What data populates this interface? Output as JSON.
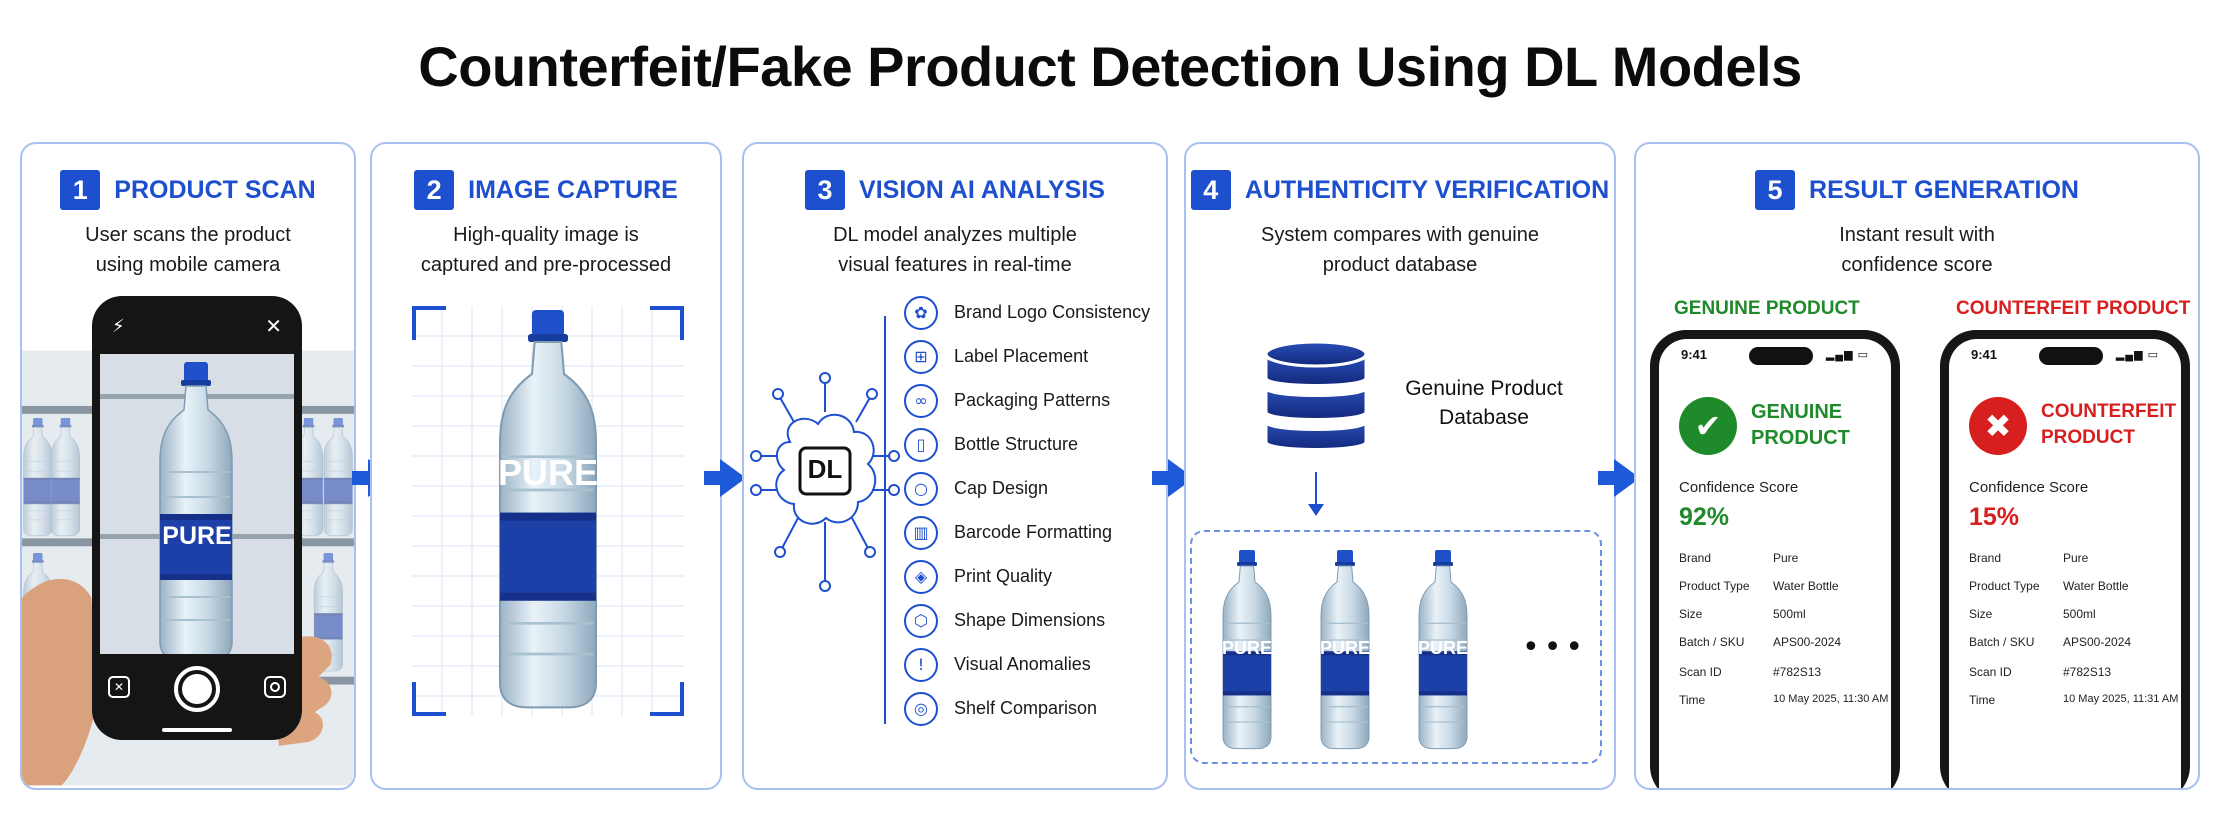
{
  "title": "Counterfeit/Fake Product Detection Using DL Models",
  "colors": {
    "accent": "#1d4fcf",
    "panel_border": "#a9c1f0",
    "genuine": "#1e8a2a",
    "counterfeit": "#d81f1f"
  },
  "steps": [
    {
      "num": "1",
      "title": "PRODUCT SCAN",
      "desc": [
        "User scans the product",
        "using mobile camera"
      ]
    },
    {
      "num": "2",
      "title": "IMAGE CAPTURE",
      "desc": [
        "High-quality image is",
        "captured and pre-processed"
      ]
    },
    {
      "num": "3",
      "title": "VISION AI ANALYSIS",
      "desc": [
        "DL model analyzes multiple",
        "visual features in real-time"
      ]
    },
    {
      "num": "4",
      "title": "AUTHENTICITY VERIFICATION",
      "desc": [
        "System compares with genuine",
        "product database"
      ]
    },
    {
      "num": "5",
      "title": "RESULT GENERATION",
      "desc": [
        "Instant result with",
        "confidence score"
      ]
    }
  ],
  "bottle_label": "PURE",
  "brain_label": "DL",
  "features": [
    {
      "label": "Brand Logo Consistency",
      "icon": "logo-icon"
    },
    {
      "label": "Label Placement",
      "icon": "label-icon"
    },
    {
      "label": "Packaging Patterns",
      "icon": "pattern-icon"
    },
    {
      "label": "Bottle Structure",
      "icon": "bottle-icon"
    },
    {
      "label": "Cap Design",
      "icon": "cap-icon"
    },
    {
      "label": "Barcode Formatting",
      "icon": "barcode-icon"
    },
    {
      "label": "Print Quality",
      "icon": "print-icon"
    },
    {
      "label": "Shape Dimensions",
      "icon": "shape-icon"
    },
    {
      "label": "Visual Anomalies",
      "icon": "warning-icon"
    },
    {
      "label": "Shelf Comparison",
      "icon": "target-icon"
    }
  ],
  "database": {
    "label": [
      "Genuine Product",
      "Database"
    ],
    "more": "•••"
  },
  "results": [
    {
      "heading": "GENUINE PRODUCT",
      "status": [
        "GENUINE",
        "PRODUCT"
      ],
      "glyph": "✔",
      "color": "#1e8a2a",
      "time": "9:41",
      "confidence_label": "Confidence Score",
      "confidence": "92%",
      "fields": [
        {
          "k": "Brand",
          "v": "Pure"
        },
        {
          "k": "Product Type",
          "v": "Water Bottle"
        },
        {
          "k": "Size",
          "v": "500ml"
        },
        {
          "k": "Batch / SKU",
          "v": "APS00-2024"
        },
        {
          "k": "Scan ID",
          "v": "#782S13"
        },
        {
          "k": "Time",
          "v": "10 May 2025, 11:30 AM"
        }
      ]
    },
    {
      "heading": "COUNTERFEIT PRODUCT",
      "status": [
        "COUNTERFEIT",
        "PRODUCT"
      ],
      "glyph": "✖",
      "color": "#d81f1f",
      "time": "9:41",
      "confidence_label": "Confidence Score",
      "confidence": "15%",
      "fields": [
        {
          "k": "Brand",
          "v": "Pure"
        },
        {
          "k": "Product Type",
          "v": "Water Bottle"
        },
        {
          "k": "Size",
          "v": "500ml"
        },
        {
          "k": "Batch / SKU",
          "v": "APS00-2024"
        },
        {
          "k": "Scan ID",
          "v": "#782S13"
        },
        {
          "k": "Time",
          "v": "10 May 2025, 11:31 AM"
        }
      ]
    }
  ]
}
